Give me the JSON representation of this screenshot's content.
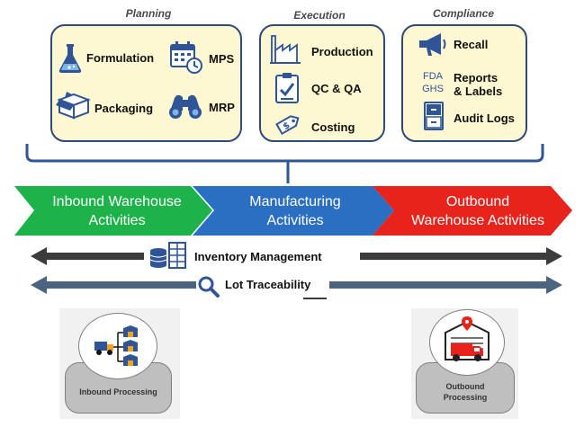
{
  "planning": {
    "title": "Planning",
    "items": [
      "Formulation",
      "MPS",
      "Packaging",
      "MRP"
    ]
  },
  "execution": {
    "title": "Execution",
    "items": [
      "Production",
      "QC & QA",
      "Costing"
    ]
  },
  "compliance": {
    "title": "Compliance",
    "recall": "Recall",
    "fda": "FDA",
    "ghs": "GHS",
    "reports_line1": "Reports",
    "reports_line2": "& Labels",
    "audit": "Audit Logs"
  },
  "flow": {
    "inbound_line1": "Inbound Warehouse",
    "inbound_line2": "Activities",
    "manufacturing_line1": "Manufacturing",
    "manufacturing_line2": "Activities",
    "outbound_line1": "Outbound",
    "outbound_line2": "Warehouse Activities"
  },
  "arrows": {
    "inventory": "Inventory Management",
    "lot": "Lot Traceability"
  },
  "processing": {
    "inbound": "Inbound Processing",
    "outbound_line1": "Outbound",
    "outbound_line2": "Processing"
  },
  "colors": {
    "green": "#1db34a",
    "blue": "#2a6fc2",
    "red": "#e8231c",
    "box_border": "#2f4a78",
    "box_fill": "#fdf7d2",
    "arrow_dark": "#3c3c3c",
    "arrow_blue": "#4d6480"
  }
}
